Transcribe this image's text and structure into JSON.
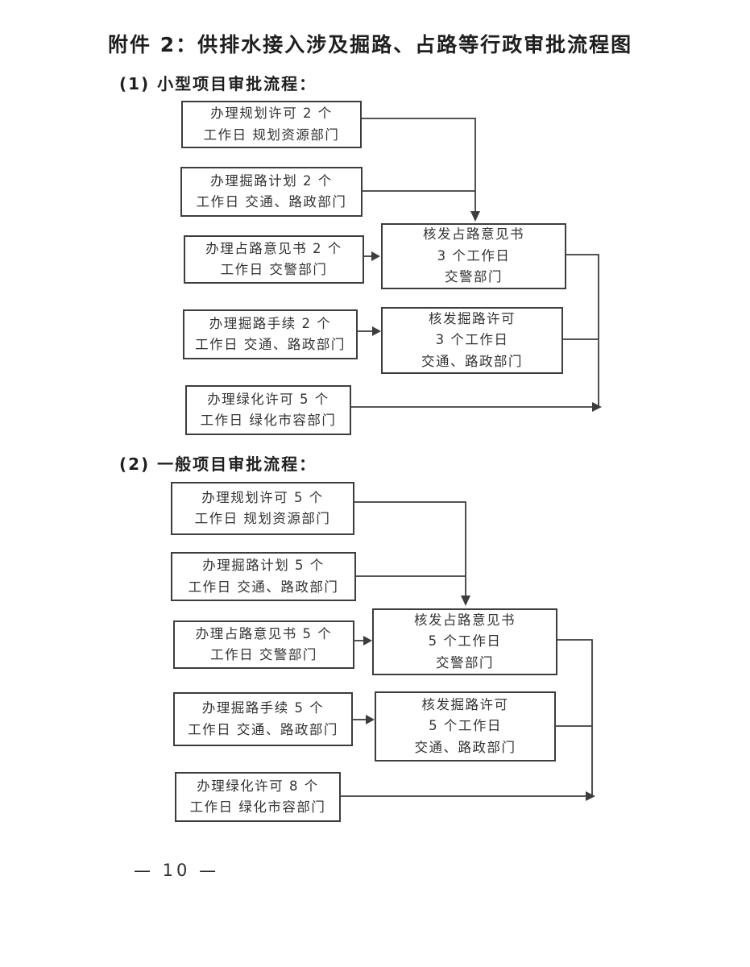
{
  "page": {
    "title": "附件 2：供排水接入涉及掘路、占路等行政审批流程图",
    "page_number": "— 10 —"
  },
  "colors": {
    "paper": "#ffffff",
    "ink": "#2f2f2f",
    "box_border": "#3d3d3d",
    "connector": "#3d3d3d"
  },
  "section1": {
    "heading": "(1) 小型项目审批流程：",
    "boxes": {
      "plan_permit": "办理规划许可 2 个\n工作日 规划资源部门",
      "dig_plan": "办理掘路计划 2 个\n工作日 交通、路政部门",
      "occupy_opinion": "办理占路意见书 2 个\n工作日 交警部门",
      "dig_procedure": "办理掘路手续 2 个\n工作日 交通、路政部门",
      "greening_permit": "办理绿化许可 5 个\n工作日 绿化市容部门",
      "issue_occupy_opinion": "核发占路意见书\n3 个工作日\n交警部门",
      "issue_dig_permit": "核发掘路许可\n3 个工作日\n交通、路政部门"
    }
  },
  "section2": {
    "heading": "(2) 一般项目审批流程：",
    "boxes": {
      "plan_permit": "办理规划许可 5 个\n工作日 规划资源部门",
      "dig_plan": "办理掘路计划 5 个\n工作日 交通、路政部门",
      "occupy_opinion": "办理占路意见书 5 个\n工作日 交警部门",
      "dig_procedure": "办理掘路手续 5 个\n工作日 交通、路政部门",
      "greening_permit": "办理绿化许可 8 个\n工作日 绿化市容部门",
      "issue_occupy_opinion": "核发占路意见书\n5 个工作日\n交警部门",
      "issue_dig_permit": "核发掘路许可\n5 个工作日\n交通、路政部门"
    }
  }
}
